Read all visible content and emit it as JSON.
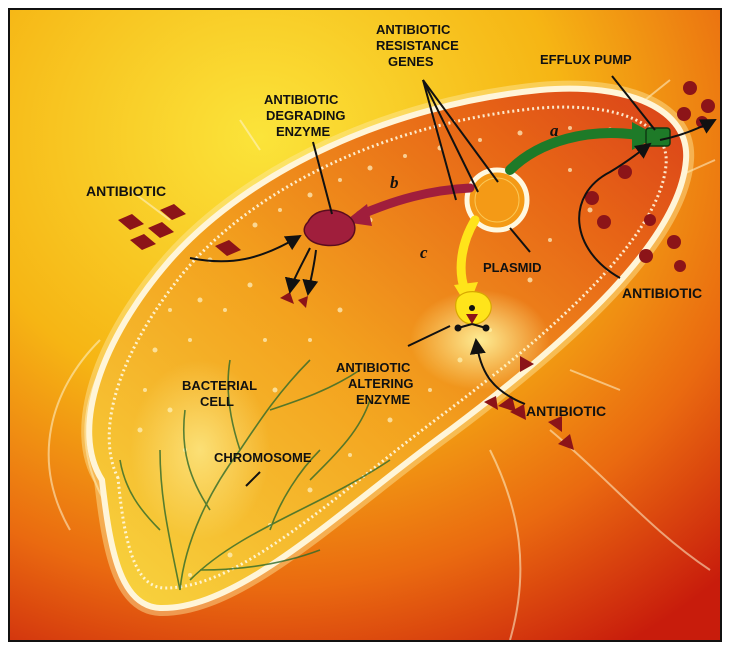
{
  "labels": {
    "antibiotic_resistance_genes": [
      "ANTIBIOTIC",
      "RESISTANCE",
      "GENES"
    ],
    "efflux_pump": "EFFLUX PUMP",
    "antibiotic_degrading_enzyme": [
      "ANTIBIOTIC",
      "DEGRADING",
      "ENZYME"
    ],
    "antibiotic_left": "ANTIBIOTIC",
    "antibiotic_right": "ANTIBIOTIC",
    "antibiotic_bottom": "ANTIBIOTIC",
    "plasmid": "PLASMID",
    "antibiotic_altering_enzyme": [
      "ANTIBIOTIC",
      "ALTERING",
      "ENZYME"
    ],
    "bacterial_cell": [
      "BACTERIAL",
      "CELL"
    ],
    "chromosome": "CHROMOSOME",
    "pathway_a": "a",
    "pathway_b": "b",
    "pathway_c": "c"
  },
  "colors": {
    "background_top": "#f7d21a",
    "background_bottom": "#d6280e",
    "cell_body": "#f0a020",
    "membrane": "#fff3c8",
    "enzyme_degrading": "#a01e3c",
    "efflux_pump": "#1e7a28",
    "altering_enzyme": "#ffe41a",
    "antibiotic_mark": "#8c1418"
  }
}
